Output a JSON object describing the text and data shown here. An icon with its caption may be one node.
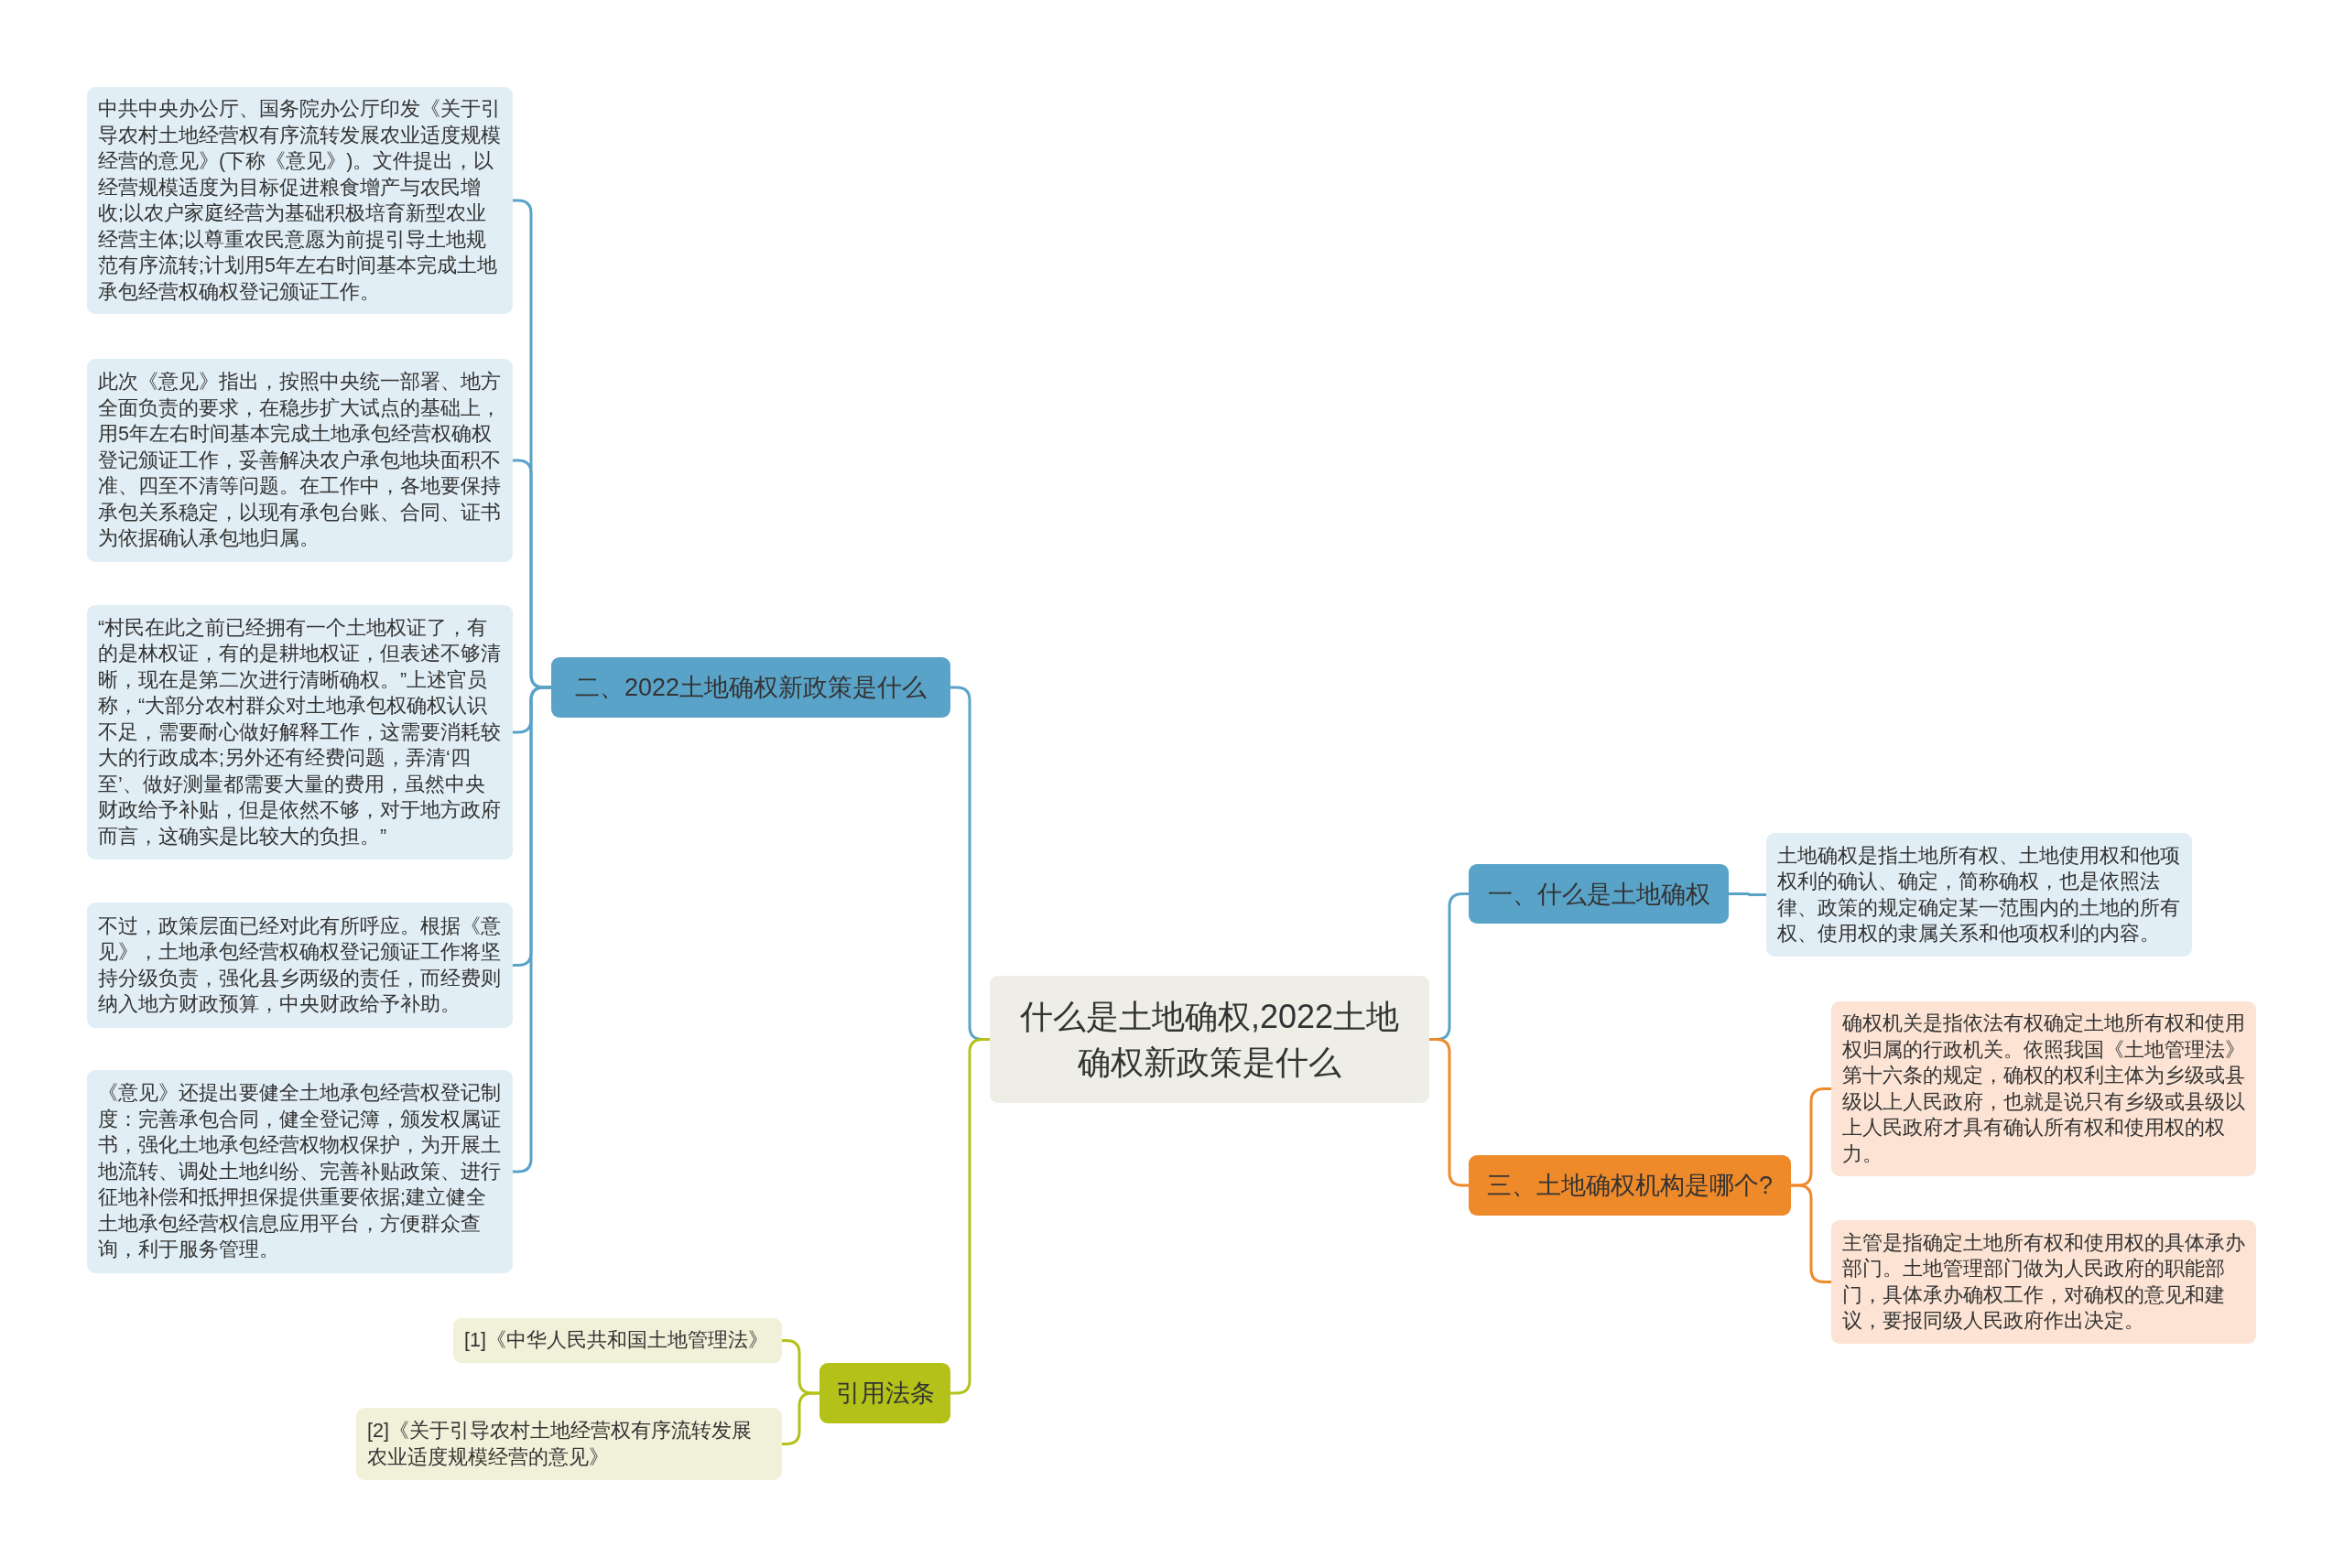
{
  "diagram": {
    "nodes": [
      {
        "text": [
          "什么是土地确权,2022土地确权新政策是什么"
        ]
      },
      {
        "text": [
          "一、什么是土地确权"
        ]
      },
      {
        "text": [
          "土地确权是指土地所有权、土地使用权和他项权利的确认、确定，简称确权，也是依照法律、政策的规定确定某一范围内的土地的所有权、使用权的隶属关系和他项权利的内容。"
        ]
      },
      {
        "text": [
          "三、土地确权机构是哪个?"
        ]
      },
      {
        "text": [
          "确权机关是指依法有权确定土地所有权和使用权归属的行政机关。依照我国《土地管理法》第十六条的规定，确权的权利主体为乡级或县级以上人民政府，也就是说只有乡级或县级以上人民政府才具有确认所有权和使用权的权力。"
        ]
      },
      {
        "text": [
          "主管是指确定土地所有权和使用权的具体承办部门。土地管理部门做为人民政府的职能部门，具体承办确权工作，对确权的意见和建议，要报同级人民政府作出决定。"
        ]
      },
      {
        "text": [
          "二、2022土地确权新政策是什么"
        ]
      },
      {
        "text": [
          "中共中央办公厅、国务院办公厅印发《关于引导农村土地经营权有序流转发展农业适度规模经营的意见》(下称《意见》)。文件提出，以经营规模适度为目标促进粮食增产与农民增收;以农户家庭经营为基础积极培育新型农业经营主体;以尊重农民意愿为前提引导土地规范有序流转;计划用5年左右时间基本完成土地承包经营权确权登记颁证工作。"
        ]
      },
      {
        "text": [
          "此次《意见》指出，按照中央统一部署、地方全面负责的要求，在稳步扩大试点的基础上，用5年左右时间基本完成土地承包经营权确权登记颁证工作，妥善解决农户承包地块面积不准、四至不清等问题。在工作中，各地要保持承包关系稳定，以现有承包台账、合同、证书为依据确认承包地归属。"
        ]
      },
      {
        "text": [
          "“村民在此之前已经拥有一个土地权证了，有的是林权证，有的是耕地权证，但表述不够清晰，现在是第二次进行清晰确权。”上述官员称，“大部分农村群众对土地承包权确权认识不足，需要耐心做好解释工作，这需要消耗较大的行政成本;另外还有经费问题，弄清‘四至’、做好测量都需要大量的费用，虽然中央财政给予补贴，但是依然不够，对于地方政府而言，这确实是比较大的负担。”"
        ]
      },
      {
        "text": [
          "不过，政策层面已经对此有所呼应。根据《意见》，土地承包经营权确权登记颁证工作将坚持分级负责，强化县乡两级的责任，而经费则纳入地方财政预算，中央财政给予补助。"
        ]
      },
      {
        "text": [
          "《意见》还提出要健全土地承包经营权登记制度：完善承包合同，健全登记簿，颁发权属证书，强化土地承包经营权物权保护，为开展土地流转、调处土地纠纷、完善补贴政策、进行征地补偿和抵押担保提供重要依据;建立健全土地承包经营权信息应用平台，方便群众查询，利于服务管理。"
        ]
      },
      {
        "text": [
          "引用法条"
        ]
      },
      {
        "text": [
          "[1]《中华人民共和国土地管理法》"
        ]
      },
      {
        "text": [
          "[2]《关于引导农村土地经营权有序流转发展农业适度规模经营的意见》"
        ]
      }
    ],
    "edges": [
      {
        "from": 0,
        "to": 1,
        "arrow": "none"
      },
      {
        "from": 1,
        "to": 2,
        "arrow": "none"
      },
      {
        "from": 0,
        "to": 3,
        "arrow": "none",
        "color": "#ef8a2b"
      },
      {
        "from": 3,
        "to": 4,
        "arrow": "none",
        "color": "#ef8a2b"
      },
      {
        "from": 3,
        "to": 5,
        "arrow": "none",
        "color": "#ef8a2b"
      },
      {
        "from": 0,
        "to": 6,
        "arrow": "none"
      },
      {
        "from": 6,
        "to": 7,
        "arrow": "none"
      },
      {
        "from": 6,
        "to": 8,
        "arrow": "none"
      },
      {
        "from": 6,
        "to": 9,
        "arrow": "none"
      },
      {
        "from": 6,
        "to": 10,
        "arrow": "none"
      },
      {
        "from": 6,
        "to": 11,
        "arrow": "none"
      },
      {
        "from": 0,
        "to": 12,
        "arrow": "none",
        "color": "#b3c119"
      },
      {
        "from": 12,
        "to": 13,
        "arrow": "none",
        "color": "#b3c119"
      },
      {
        "from": 12,
        "to": 14,
        "arrow": "none",
        "color": "#b3c119"
      }
    ]
  }
}
